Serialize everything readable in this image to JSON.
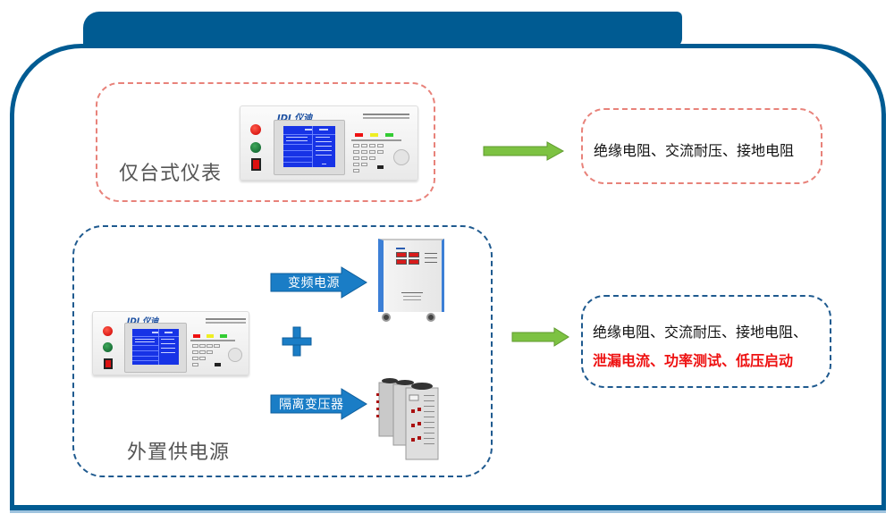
{
  "diagram": {
    "title_tab": "",
    "colors": {
      "frame": "#005b92",
      "red_dashed": "#e8827a",
      "blue_dashed": "#1f5a8f",
      "green_arrow": "#7dc242",
      "blue_arrow": "#1a7dc6",
      "highlight_text": "#ee1111"
    },
    "section_benchtop": {
      "label": "仅台式仪表",
      "device": {
        "logo": "IDI 仪迪",
        "icon": "safety-compliance-analyzer-icon"
      },
      "result": {
        "text": "绝缘电阻、交流耐压、接地电阻"
      }
    },
    "section_external_power": {
      "label": "外置供电源",
      "device": {
        "logo": "IDI 仪迪",
        "icon": "safety-compliance-analyzer-icon"
      },
      "plus_symbol": "plus-icon",
      "branches": [
        {
          "label": "变频电源",
          "icon": "variable-frequency-power-supply-icon"
        },
        {
          "label": "隔离变压器",
          "icon": "isolation-transformer-icon"
        }
      ],
      "result": {
        "line1": "绝缘电阻、交流耐压、接地电阻、",
        "line2": "泄漏电流、功率测试、低压启动"
      }
    }
  }
}
